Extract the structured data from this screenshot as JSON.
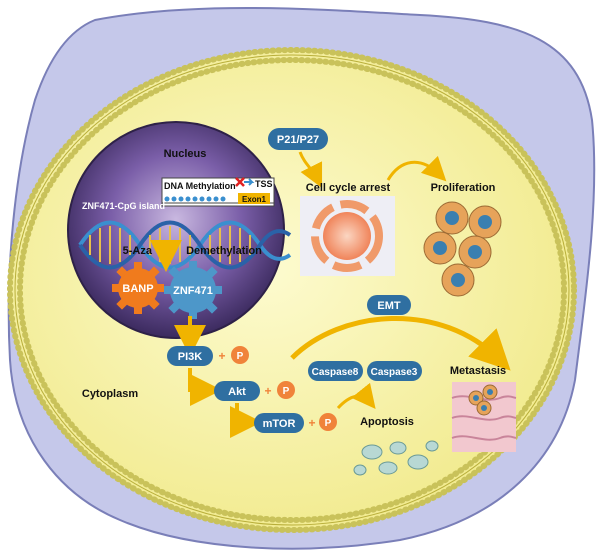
{
  "labels": {
    "nucleus": "Nucleus",
    "cytoplasm": "Cytoplasm",
    "dna_methylation": "DNA Methylation",
    "tss": "TSS",
    "exon1": "Exon1",
    "cpg_island": "ZNF471-CpG island",
    "aza": "5-Aza",
    "demethylation": "Demethylation",
    "banp": "BANP",
    "znf471": "ZNF471",
    "p21_p27": "P21/P27",
    "cell_cycle_arrest": "Cell cycle arrest",
    "proliferation": "Proliferation",
    "emt": "EMT",
    "pi3k": "PI3K",
    "akt": "Akt",
    "mtor": "mTOR",
    "phospho": "P",
    "plus": "+",
    "caspase8": "Caspase8",
    "caspase3": "Caspase3",
    "metastasis": "Metastasis",
    "apoptosis": "Apoptosis"
  },
  "colors": {
    "cytoplasm": "#f7f3a6",
    "membrane": "#c9c25a",
    "outer_cell": "#c5c8ea",
    "nucleus": "#6a4d92",
    "pill": "#2f6fa1",
    "banp": "#f07b1d",
    "znf471": "#4d97c9",
    "phospho": "#f0833a",
    "arrow": "#f0b400"
  }
}
